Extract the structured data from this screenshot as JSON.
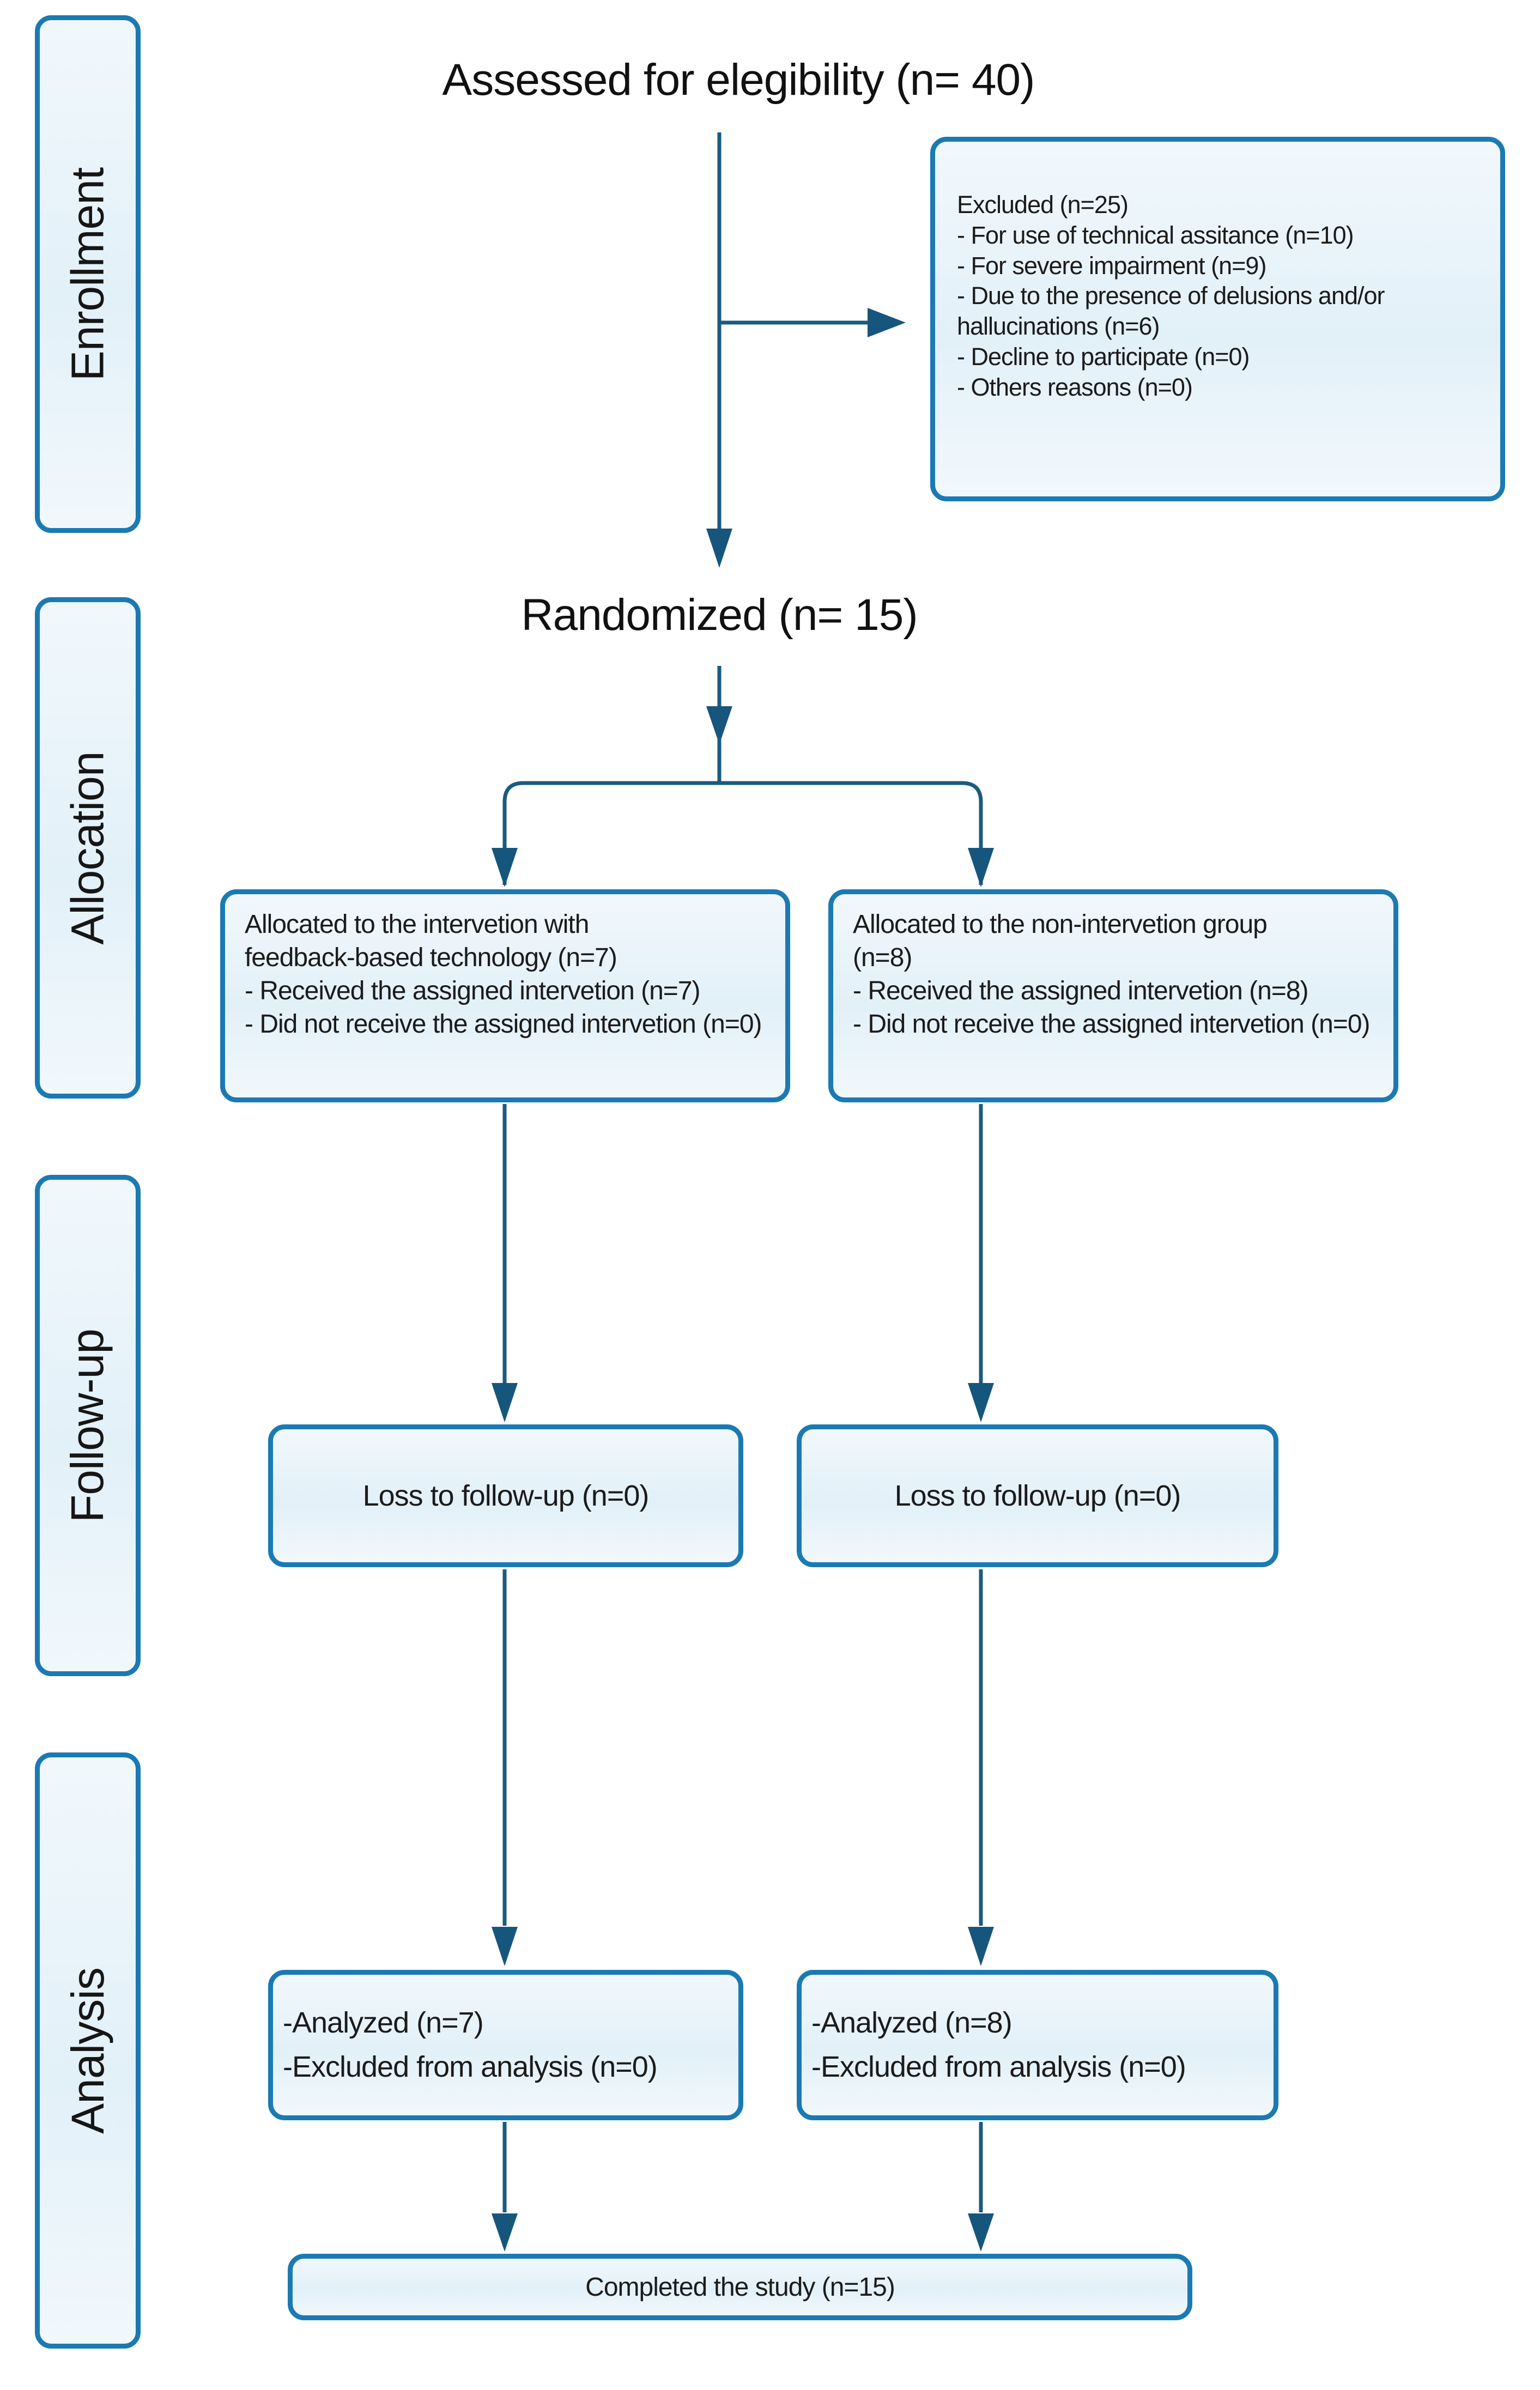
{
  "diagram": {
    "title": "Assessed for elegibility (n= 40)",
    "randomized": "Randomized (n= 15)",
    "sidebar": {
      "enrollment": "Enrollment",
      "allocation": "Allocation",
      "followup": "Follow-up",
      "analysis": "Analysis"
    },
    "excluded": {
      "title": "Excluded (n=25)",
      "items": [
        "- For use of technical assitance (n=10)",
        "- For severe impairment (n=9)",
        "- Due to the presence of delusions and/or hallucinations (n=6)",
        "- Decline to participate (n=0)",
        "- Others reasons (n=0)"
      ]
    },
    "allocation_left": {
      "title_line1": "Allocated to the intervetion with",
      "title_line2": "feedback-based technology (n=7)",
      "items": [
        "- Received the assigned intervetion (n=7)",
        "- Did not receive the assigned intervetion (n=0)"
      ]
    },
    "allocation_right": {
      "title_line1": "Allocated to the non-intervetion group",
      "title_line2": "(n=8)",
      "items": [
        "- Received the assigned intervetion (n=8)",
        "- Did not receive the assigned intervetion (n=0)"
      ]
    },
    "followup_left": {
      "text": "Loss to follow-up (n=0)"
    },
    "followup_right": {
      "text": "Loss to follow-up (n=0)"
    },
    "analysis_left": {
      "items": [
        "-Analyzed (n=7)",
        "-Excluded from analysis (n=0)"
      ]
    },
    "analysis_right": {
      "items": [
        "-Analyzed (n=8)",
        "-Excluded from analysis (n=0)"
      ]
    },
    "completed": {
      "text": "Completed the study (n=15)"
    },
    "colors": {
      "box_border": "#1b7ab2",
      "box_fill_top": "#f1f8fc",
      "box_fill_mid": "#e2f0f8",
      "connector": "#1a5b80",
      "arrowhead": "#16567d",
      "text": "#1b1b1b"
    }
  }
}
